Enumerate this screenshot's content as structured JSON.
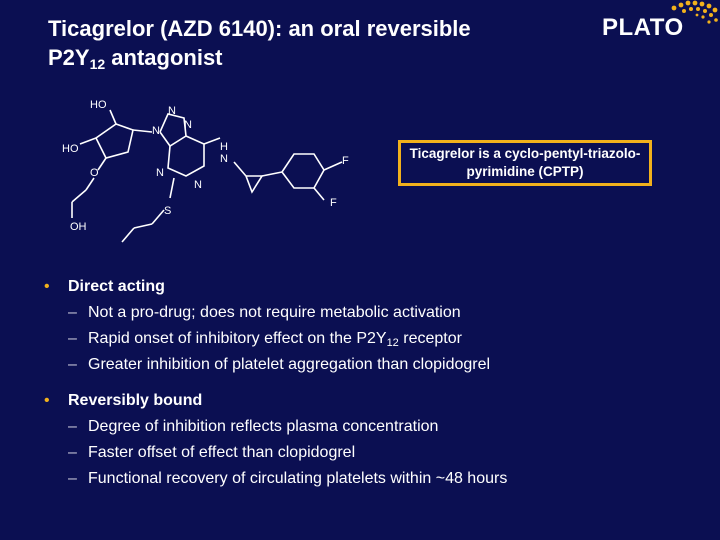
{
  "slide": {
    "title_line1": "Ticagrelor (AZD 6140): an oral reversible",
    "title_line2_prefix": "P2Y",
    "title_line2_sub": "12",
    "title_line2_suffix": " antagonist"
  },
  "logo": {
    "text": "PLATO",
    "dot_color": "#f2b11c"
  },
  "molecule": {
    "labels": {
      "ho_top": "HO",
      "ho_left": "HO",
      "o": "O",
      "oh": "OH",
      "n1": "N",
      "n2": "N",
      "n3": "N",
      "n4": "N",
      "n5": "N",
      "h": "H",
      "nh": "N",
      "s": "S",
      "f1": "F",
      "f2": "F"
    }
  },
  "callout": {
    "text": "Ticagrelor is a cyclo-pentyl-triazolo-pyrimidine (CPTP)"
  },
  "colors": {
    "background": "#0b0f52",
    "accent": "#f2b11c",
    "text": "#ffffff"
  },
  "bullets": [
    {
      "heading": "Direct acting",
      "items": [
        {
          "text": "Not a pro-drug; does not require metabolic activation"
        },
        {
          "prefix": "Rapid onset of inhibitory effect on the P2Y",
          "sub": "12",
          "suffix": " receptor"
        },
        {
          "text": "Greater inhibition of platelet aggregation than clopidogrel"
        }
      ]
    },
    {
      "heading": "Reversibly bound",
      "items": [
        {
          "text": "Degree of inhibition reflects plasma concentration"
        },
        {
          "text": "Faster offset of effect than clopidogrel"
        },
        {
          "text": "Functional recovery of circulating platelets within ~48 hours"
        }
      ]
    }
  ]
}
